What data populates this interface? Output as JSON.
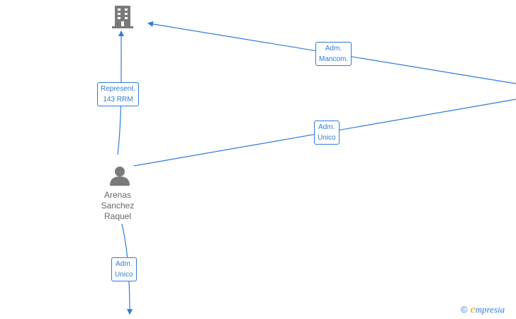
{
  "nodes": {
    "company": {
      "icon": "building-icon"
    },
    "person": {
      "icon": "person-icon",
      "name_lines": [
        "Arenas",
        "Sanchez",
        "Raquel"
      ]
    }
  },
  "edges": [
    {
      "id": "represent",
      "lines": [
        "Represent.",
        "143 RRM"
      ]
    },
    {
      "id": "adm-mancom",
      "lines": [
        "Adm.",
        "Mancom."
      ]
    },
    {
      "id": "adm-unico-right",
      "lines": [
        "Adm.",
        "Unico"
      ]
    },
    {
      "id": "adm-unico-down",
      "lines": [
        "Adm.",
        "Unico"
      ]
    }
  ],
  "colors": {
    "edge": "#2f7bd8",
    "icon": "#7a7a7a",
    "text": "#666666",
    "brand_accent": "#f39a1e"
  },
  "watermark": {
    "copyright": "©",
    "brand_initial": "e",
    "brand_rest": "mpresia"
  }
}
